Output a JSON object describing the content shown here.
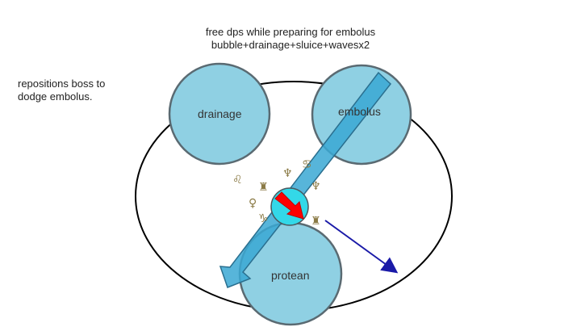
{
  "caption": {
    "line1": "free dps while preparing for embolus",
    "line2": "bubble+drainage+sluice+wavesx2"
  },
  "side_note": {
    "line1": "repositions boss to",
    "line2": "dodge embolus."
  },
  "circles": {
    "drainage": "drainage",
    "embolus": "embolus",
    "protean": "protean"
  },
  "colors": {
    "circle_fill": "#8fd0e3",
    "circle_stroke": "#5a6a72",
    "arrow_fill": "#3aa8d3",
    "arrow_stroke": "#2a6f8f",
    "boss_fill": "#33d8e8",
    "boss_arrow": "#ff0000",
    "move_arrow": "#1a1aa8",
    "arena_stroke": "#000000"
  },
  "icons": [
    "party-member-icon",
    "party-member-icon",
    "party-member-icon",
    "party-member-icon",
    "party-member-icon",
    "party-member-icon",
    "party-member-icon",
    "party-member-icon",
    "party-member-icon"
  ]
}
